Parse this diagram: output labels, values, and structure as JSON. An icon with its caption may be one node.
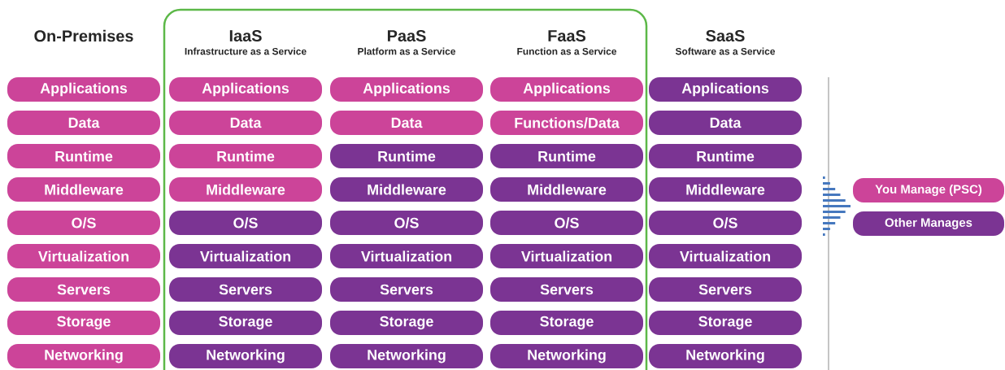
{
  "diagram": {
    "nodes": [
      {
        "text": [
          "Applications"
        ]
      },
      {
        "text": [
          "Data"
        ]
      },
      {
        "text": [
          "Runtime"
        ]
      },
      {
        "text": [
          "Middleware"
        ]
      },
      {
        "text": [
          "O/S"
        ]
      },
      {
        "text": [
          "Virtualization"
        ]
      },
      {
        "text": [
          "Servers"
        ]
      },
      {
        "text": [
          "Storage"
        ]
      },
      {
        "text": [
          "Networking"
        ]
      },
      {
        "text": [
          "Applications"
        ]
      },
      {
        "text": [
          "Data"
        ]
      },
      {
        "text": [
          "Runtime"
        ]
      },
      {
        "text": [
          "Middleware"
        ]
      },
      {
        "text": [
          "O/S"
        ]
      },
      {
        "text": [
          "Virtualization"
        ]
      },
      {
        "text": [
          "Servers"
        ]
      },
      {
        "text": [
          "Storage"
        ]
      },
      {
        "text": [
          "Networking"
        ]
      },
      {
        "text": [
          "Applications"
        ]
      },
      {
        "text": [
          "Data"
        ]
      },
      {
        "text": [
          "Runtime"
        ]
      },
      {
        "text": [
          "Middleware"
        ]
      },
      {
        "text": [
          "O/S"
        ]
      },
      {
        "text": [
          "Virtualization"
        ]
      },
      {
        "text": [
          "Servers"
        ]
      },
      {
        "text": [
          "Storage"
        ]
      },
      {
        "text": [
          "Networking"
        ]
      },
      {
        "text": [
          "Applications"
        ]
      },
      {
        "text": [
          "Functions/Data"
        ]
      },
      {
        "text": [
          "Runtime"
        ]
      },
      {
        "text": [
          "Middleware"
        ]
      },
      {
        "text": [
          "O/S"
        ]
      },
      {
        "text": [
          "Virtualization"
        ]
      },
      {
        "text": [
          "Servers"
        ]
      },
      {
        "text": [
          "Storage"
        ]
      },
      {
        "text": [
          "Networking"
        ]
      },
      {
        "text": [
          "Applications"
        ]
      },
      {
        "text": [
          "Data"
        ]
      },
      {
        "text": [
          "Runtime"
        ]
      },
      {
        "text": [
          "Middleware"
        ]
      },
      {
        "text": [
          "O/S"
        ]
      },
      {
        "text": [
          "Virtualization"
        ]
      },
      {
        "text": [
          "Servers"
        ]
      },
      {
        "text": [
          "Storage"
        ]
      },
      {
        "text": [
          "Networking"
        ]
      }
    ],
    "labels": [
      "On-Premises",
      "IaaS",
      "Infrastructure as a Service",
      "PaaS",
      "Platform as a Service",
      "FaaS",
      "Function as a Service",
      "SaaS",
      "Software as a Service"
    ],
    "legend": [
      {
        "text": "You Manage (PSC)",
        "color": "#cc4499"
      },
      {
        "text": "Other Manages",
        "color": "#7b3493"
      }
    ]
  }
}
